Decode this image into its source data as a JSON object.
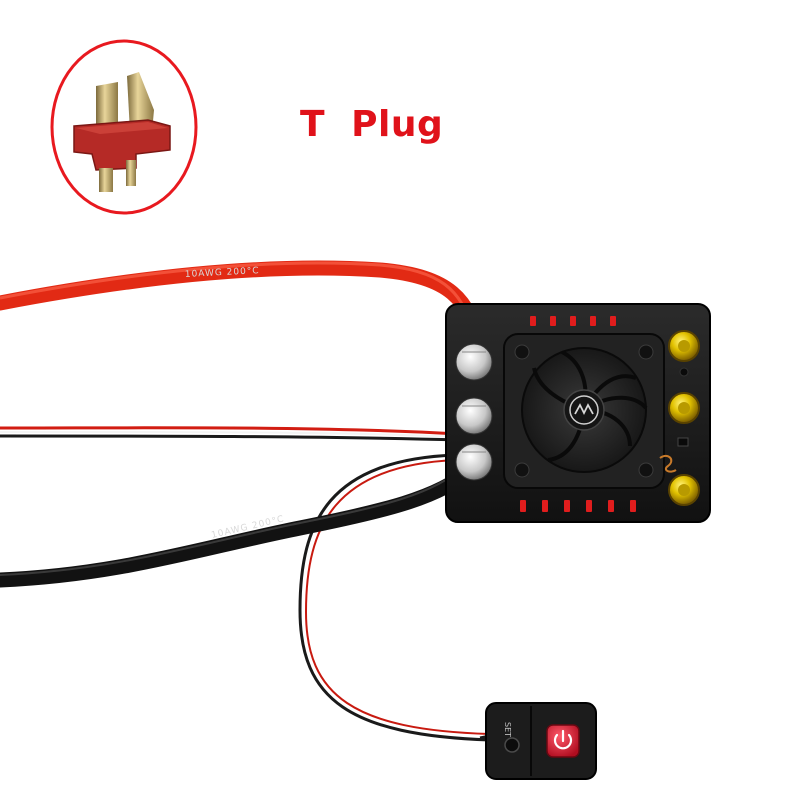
{
  "caption": {
    "text": "T  Plug",
    "color": "#e0121a"
  },
  "wire_labels": {
    "red_lead": "10AWG 200°C",
    "black_lead": "10AWG 200°C"
  },
  "switch_label": "SET",
  "colors": {
    "callout_ring": "#e8191f",
    "plug_housing": "#b52a26",
    "plug_pins": "#c9b074",
    "wire_red": "#e22a14",
    "wire_black": "#121212",
    "esc_body": "#1c1c1c",
    "esc_accent": "#e01d1d",
    "gold_terminal": "#d8b800",
    "switch_button": "#d9142c"
  },
  "icons": {
    "plug": "t-plug-connector-icon",
    "power": "power-icon",
    "brand": "hobbywing-logo-icon"
  }
}
